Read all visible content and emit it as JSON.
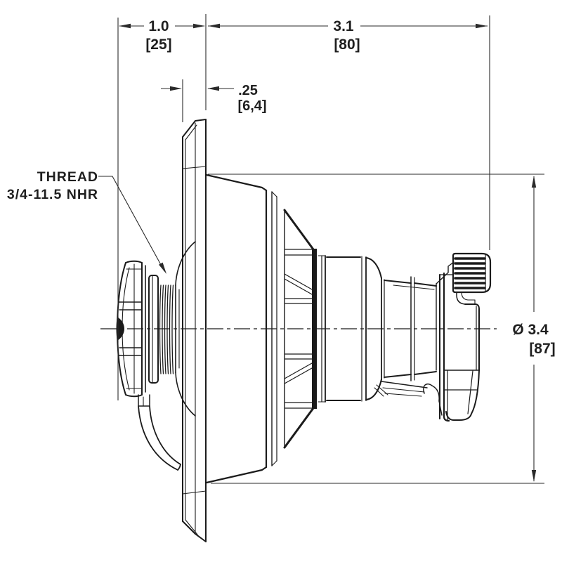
{
  "drawing": {
    "description": "Dimensioned side-view engineering drawing of a spa jet wall fitting",
    "colors": {
      "background": "#ffffff",
      "part_line": "#1b1b1b",
      "dimension_line": "#2a2a2a",
      "text": "#1f1f1f"
    },
    "annotations": {
      "dim_behind_wall": {
        "inches": "1.0",
        "millimeters": "[25]"
      },
      "dim_front_length": {
        "inches": "3.1",
        "millimeters": "[80]"
      },
      "dim_plate_thickness": {
        "inches": ".25",
        "millimeters": "[6,4]"
      },
      "dim_face_diameter": {
        "inches": "Ø 3.4",
        "millimeters": "[87]"
      },
      "thread_note": {
        "line1": "THREAD",
        "line2": "3/4-11.5 NHR"
      }
    }
  }
}
